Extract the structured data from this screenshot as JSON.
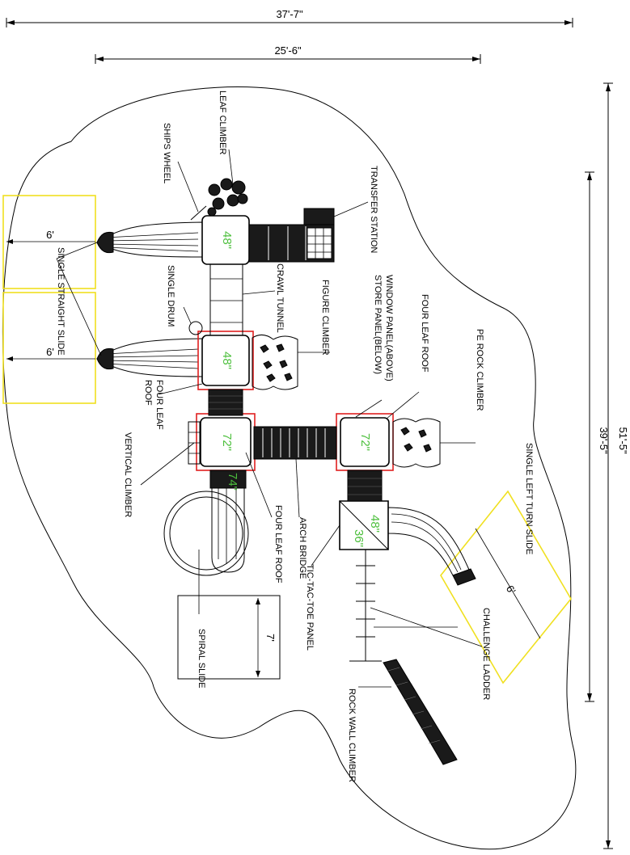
{
  "dimensions": {
    "overall_width": "37'-7\"",
    "inner_width": "25'-6\"",
    "overall_length": "51'-5\"",
    "inner_length": "39'-5\"",
    "slide_zone_top": "6'",
    "slide_zone_mid": "6'",
    "slide_zone_right": "6'",
    "spiral_zone": "7'"
  },
  "deck_heights": {
    "deck_a": "48\"",
    "deck_b": "48\"",
    "deck_c": "72\"",
    "deck_d": "72\"",
    "deck_e": "48\"",
    "deck_f": "36\"",
    "spiral_top": "74\""
  },
  "labels": {
    "leaf_climber": "LEAF CLIMBER",
    "ships_wheel": "SHIPS WHEEL",
    "transfer_station": "TRANSFER STATION",
    "single_drum": "SINGLE DRUM",
    "crawl_tunnel": "CRAWL TUNNEL",
    "figure_climber": "FIGURE CLIMBER",
    "window_panel": "WINDOW PANEL(ABOVE)",
    "store_panel": "STORE PANEL(BELOW)",
    "four_leaf_roof_right": "FOUR LEAF ROOF",
    "pe_rock_climber": "PE ROCK CLIMBER",
    "single_straight_slide": "SINGLE STRAIGHT SLIDE",
    "four_leaf_left_1": "FOUR LEAF",
    "four_leaf_left_2": "ROOF",
    "vertical_climber": "VERTICAL CLIMBER",
    "four_leaf_roof_bottom": "FOUR LEAF ROOF",
    "arch_bridge": "ARCH BRIDGE",
    "single_left_turn_slide": "SINGLE LEFT TURN SLIDE",
    "tic_tac_toe_panel": "TIC-TAC-TOE PANEL",
    "challenge_ladder": "CHALLENGE LADDER",
    "spiral_slide": "SPIRAL SLIDE",
    "rock_wall_climber": "ROCK WALL CLIMBER"
  },
  "colors": {
    "height_text": "#4cbf3c",
    "deck_highlight": "#e02020",
    "use_zone": "#f0e020"
  }
}
